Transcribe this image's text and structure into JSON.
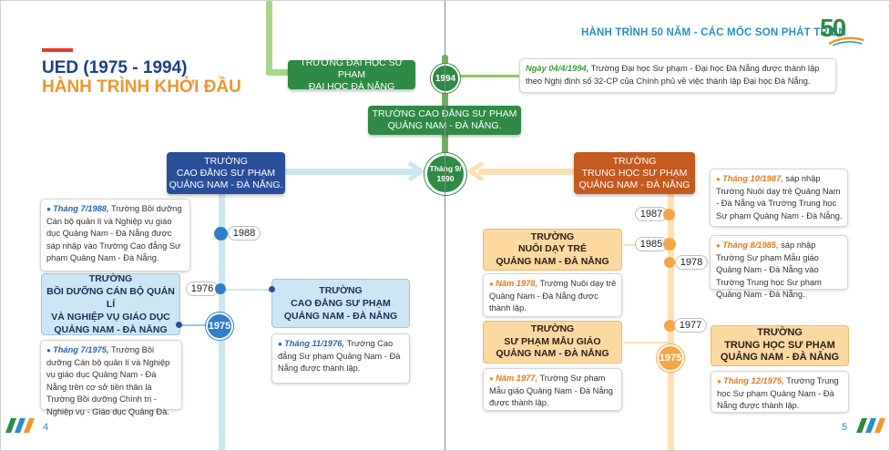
{
  "left": {
    "title_line1": "UED (1975 - 1994)",
    "title_line2": "HÀNH TRÌNH KHỞI ĐẦU",
    "page_number": "4"
  },
  "right": {
    "header": "HÀNH TRÌNH 50 NĂM - CÁC MỐC SON PHÁT TRIỂN",
    "logo_text": "50",
    "page_number": "5"
  },
  "center": {
    "box_dhsp": [
      "TRƯỜNG ĐẠI HỌC SƯ PHẠM",
      "ĐẠI HỌC ĐÀ NẴNG"
    ],
    "box_cdsp_qnd": [
      "TRƯỜNG CAO ĐẲNG SƯ PHẠM",
      "QUẢNG NAM - ĐÀ NẴNG."
    ],
    "year_1994": "1994",
    "hub_label": [
      "Tháng 9/",
      "1990"
    ],
    "card_1994": {
      "date": "Ngày 04/4/1994,",
      "text": " Trường Đại học Sư phạm - Đại học Đà Nẵng được thành lập theo Nghị định số 32-CP của Chính phủ về việc thành lập Đại học Đà Nẵng."
    }
  },
  "left_branch": {
    "box_top": [
      "TRƯỜNG",
      "CAO ĐẲNG SƯ PHẠM",
      "QUẢNG NAM - ĐÀ NẴNG."
    ],
    "year_1988": "1988",
    "year_1976": "1976",
    "year_1975": "1975",
    "box_boi_duong": [
      "TRƯỜNG",
      "BỒI DƯỠNG CÁN BỘ QUẢN LÍ",
      "VÀ NGHIỆP VỤ GIÁO DỤC",
      "QUẢNG NAM - ĐÀ NẴNG"
    ],
    "box_cdsp": [
      "TRƯỜNG",
      "CAO ĐẲNG SƯ PHẠM",
      "QUẢNG NAM - ĐÀ NẴNG"
    ],
    "card_1988": {
      "date": "Tháng 7/1988,",
      "text": " Trường Bồi dưỡng Cán bộ quản lí và Nghiệp vụ giáo dục Quảng Nam - Đà Nẵng được sáp nhập vào Trường Cao đẳng Sư phạm Quảng Nam - Đà Nẵng."
    },
    "card_1975": {
      "date": "Tháng 7/1975,",
      "text": " Trường Bồi dưỡng Cán bộ quản lí và Nghiệp vụ giáo dục Quảng Nam - Đà Nẵng trên cơ sở tiền thân là Trường Bồi dưỡng Chính trị - Nghiệp vụ - Giáo dục Quảng Đà."
    },
    "card_1976": {
      "date": "Tháng 11/1976,",
      "text": " Trường Cao đẳng Sư phạm Quảng Nam - Đà Nẵng được thành lập."
    }
  },
  "right_branch": {
    "box_top": [
      "TRƯỜNG",
      "TRUNG HỌC SƯ PHẠM",
      "QUẢNG NAM - ĐÀ NẴNG"
    ],
    "year_1987": "1987",
    "year_1985": "1985",
    "year_1978": "1978",
    "year_1977": "1977",
    "year_1975": "1975",
    "box_nuoi_day": [
      "TRƯỜNG",
      "NUÔI DẠY TRẺ",
      "QUẢNG NAM - ĐÀ NẴNG"
    ],
    "box_mau_giao": [
      "TRƯỜNG",
      "SƯ PHẠM MẪU GIÁO",
      "QUẢNG NAM - ĐÀ NẴNG"
    ],
    "box_thsp": [
      "TRƯỜNG",
      "TRUNG HỌC SƯ PHẠM",
      "QUẢNG NAM - ĐÀ NẴNG"
    ],
    "card_1987": {
      "date": "Tháng 10/1987,",
      "text": " sáp nhập Trường Nuôi dạy trẻ Quảng Nam - Đà Nẵng và Trường Trung học Sư phạm Quảng Nam - Đà Nẵng."
    },
    "card_1985": {
      "date": "Tháng 8/1985,",
      "text": " sáp nhập Trường Sư phạm Mẫu giáo Quảng Nam - Đà Nẵng vào Trường Trung học Sư phạm Quảng Nam - Đà Nẵng."
    },
    "card_1978": {
      "date": "Năm 1978,",
      "text": " Trường Nuôi dạy trẻ Quảng Nam - Đà Nẵng được thành lập."
    },
    "card_1977": {
      "date": "Năm 1977,",
      "text": " Trường Sư phạm Mẫu giáo Quảng Nam - Đà Nẵng được thành lập."
    },
    "card_1975": {
      "date": "Tháng 12/1975,",
      "text": " Trường Trung học Sư phạm Quảng Nam - Đà Nẵng được thành lập."
    }
  },
  "colors": {
    "green": "#2e8a44",
    "navy": "#2a4f9a",
    "rust": "#c45a1f",
    "light_blue_line": "#cde6f0",
    "light_orange_line": "#fde0b4",
    "blue_circle": "#2e7ecb",
    "orange_circle": "#f4a748",
    "title_blue": "#1d3f8a",
    "title_orange": "#f0962e"
  }
}
